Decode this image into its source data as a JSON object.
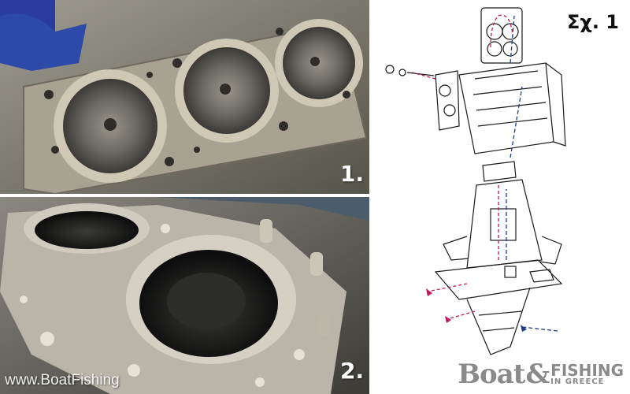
{
  "photo1": {
    "number": "1."
  },
  "photo2": {
    "number": "2."
  },
  "diagram": {
    "figure_label": "Σχ. 1"
  },
  "watermark": {
    "url": "www.BoatFishing"
  },
  "logo": {
    "boat": "Boat",
    "amp": "&",
    "fishing": "FISHING",
    "greece": "IN GREECE"
  },
  "colors": {
    "flow_pink": "#c2185b",
    "flow_blue": "#1e3a8a",
    "line": "#1a1a1a"
  }
}
